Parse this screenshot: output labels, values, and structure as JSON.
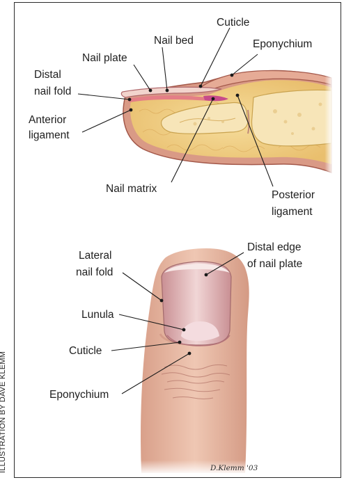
{
  "credit": "ILLUSTRATION BY DAVE KLEMM",
  "signature": "D.Klemm '03",
  "cross_section": {
    "labels": {
      "cuticle": "Cuticle",
      "nail_bed": "Nail bed",
      "eponychium": "Eponychium",
      "nail_plate": "Nail plate",
      "distal_nail_fold_1": "Distal",
      "distal_nail_fold_2": "nail fold",
      "anterior_ligament_1": "Anterior",
      "anterior_ligament_2": "ligament",
      "nail_matrix": "Nail matrix",
      "posterior_ligament_1": "Posterior",
      "posterior_ligament_2": "ligament"
    }
  },
  "finger_view": {
    "labels": {
      "lateral_nail_fold_1": "Lateral",
      "lateral_nail_fold_2": "nail fold",
      "distal_edge_1": "Distal edge",
      "distal_edge_2": "of nail plate",
      "lunula": "Lunula",
      "cuticle": "Cuticle",
      "eponychium": "Eponychium"
    }
  }
}
